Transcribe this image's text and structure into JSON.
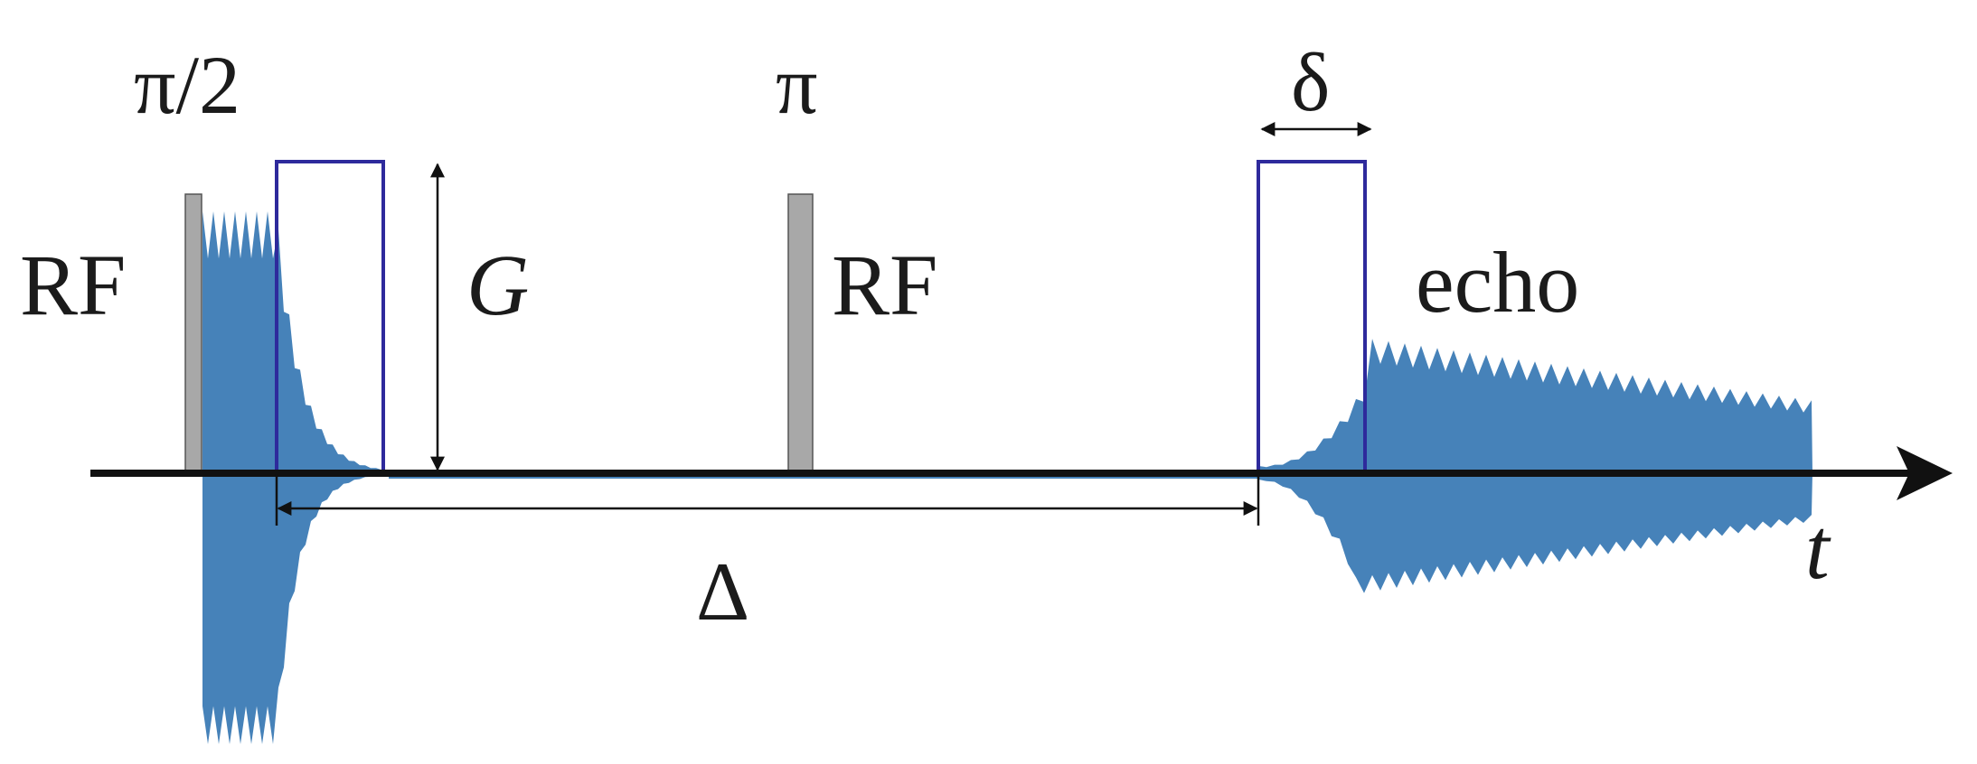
{
  "labels": {
    "pulse1": "π/2",
    "pulse2": "π",
    "rf_left": "RF",
    "rf_mid": "RF",
    "gradient": "G",
    "delta_small": "δ",
    "echo": "echo",
    "delta_big": "Δ",
    "time_axis": "t"
  },
  "colors": {
    "signal": "#4682b9",
    "gradient_pulse": "#2e2a9c",
    "rf_pulse": "#a8a8a8",
    "axis": "#111111",
    "text": "#1b1b1b"
  }
}
